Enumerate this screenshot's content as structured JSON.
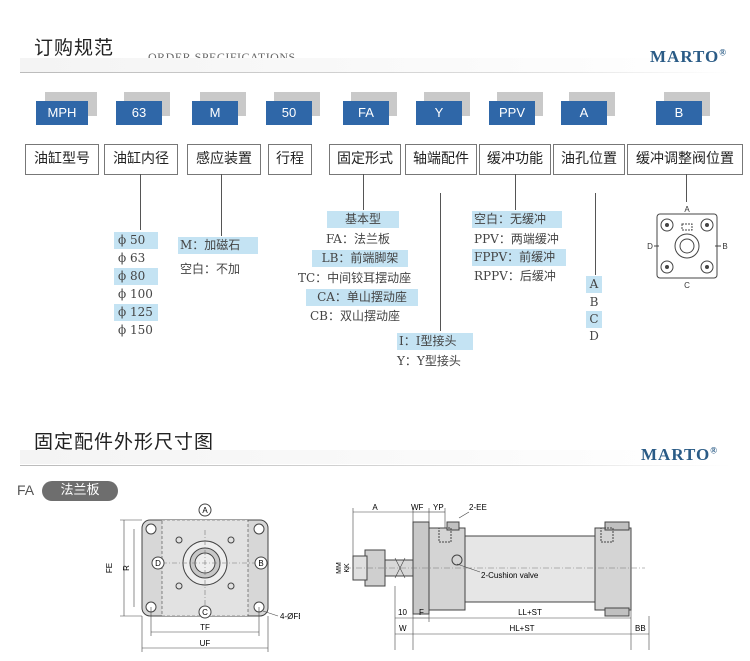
{
  "section1": {
    "title": "订购规范",
    "subtitle": "ORDER SPECIFICATIONS"
  },
  "brand": {
    "name": "MARTO",
    "mark": "®"
  },
  "codes": [
    "MPH",
    "63",
    "M",
    "50",
    "FA",
    "Y",
    "PPV",
    "A",
    "B"
  ],
  "fields": [
    "油缸型号",
    "油缸内径",
    "感应装置",
    "行程",
    "固定形式",
    "轴端配件",
    "缓冲功能",
    "油孔位置",
    "缓冲调整阀位置"
  ],
  "bore_options": [
    "ϕ 50",
    "ϕ 63",
    "ϕ 80",
    "ϕ 100",
    "ϕ 125",
    "ϕ 150"
  ],
  "sensor_options": [
    "M：加磁石",
    "空白：不加"
  ],
  "mount_options": [
    "基本型",
    "FA：法兰板",
    "LB：前端脚架",
    "TC：中间铰耳摆动座",
    "CA：单山摆动座",
    "CB：双山摆动座"
  ],
  "rod_options": [
    "I：I型接头",
    "Y：Y型接头"
  ],
  "cushion_options": [
    "空白：无缓冲",
    "PPV：两端缓冲",
    "FPPV：前缓冲",
    "RPPV：后缓冲"
  ],
  "port_options": [
    "A",
    "B",
    "C",
    "D"
  ],
  "valve_diagram": {
    "top": "A",
    "left": "D",
    "right": "B",
    "bottom": "C"
  },
  "section2": {
    "title": "固定配件外形尺寸图"
  },
  "fa": {
    "code": "FA",
    "label": "法兰板"
  },
  "front_view": {
    "A": "A",
    "B": "B",
    "C": "C",
    "D": "D",
    "FE": "FE",
    "R": "R",
    "TF": "TF",
    "UF": "UF",
    "FB": "4-ØFB"
  },
  "side_view": {
    "A": "A",
    "WF": "WF",
    "YP": "YP",
    "EE": "2-EE",
    "MM": "MM",
    "KK": "KK",
    "cushion": "2-Cushion valve",
    "ten": "10",
    "F": "F",
    "LLST": "LL+ST",
    "W": "W",
    "HLST": "HL+ST",
    "BB": "BB"
  }
}
